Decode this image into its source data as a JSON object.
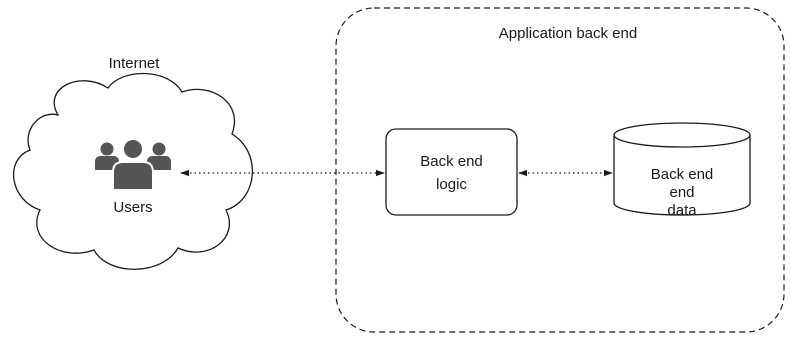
{
  "internet": {
    "label": "Internet"
  },
  "users": {
    "label": "Users",
    "icon": "users-group-icon"
  },
  "backend_boundary": {
    "label": "Application back end"
  },
  "logic": {
    "line1": "Back end",
    "line2": "logic"
  },
  "data_store": {
    "line1": "Back end",
    "line2": "end",
    "line3": "data"
  },
  "colors": {
    "stroke": "#1a1a1a",
    "icon": "#555555",
    "background": "#ffffff"
  }
}
